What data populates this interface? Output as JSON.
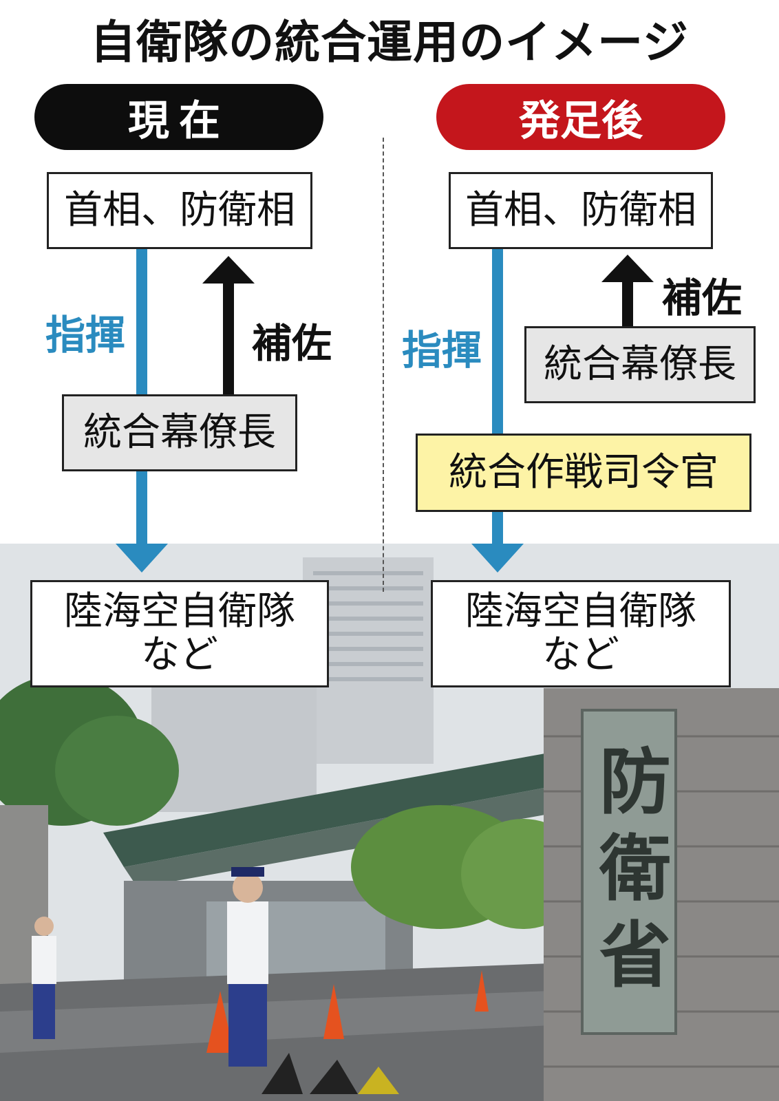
{
  "title": "自衛隊の統合運用のイメージ",
  "left": {
    "header": "現在",
    "top_box": "首相、防衛相",
    "command_label": "指揮",
    "support_label": "補佐",
    "middle_box": "統合幕僚長",
    "bottom_box_line1": "陸海空自衛隊",
    "bottom_box_line2": "など"
  },
  "right": {
    "header": "発足後",
    "top_box": "首相、防衛相",
    "command_label": "指揮",
    "support_label": "補佐",
    "advisor_box": "統合幕僚長",
    "command_box": "統合作戦司令官",
    "bottom_box_line1": "陸海空自衛隊",
    "bottom_box_line2": "など"
  },
  "photo": {
    "sign_text": "防衛省"
  },
  "colors": {
    "command_arrow": "#2a8bbf",
    "support_arrow": "#111111",
    "current_header": "#0d0d0d",
    "after_header": "#c4161c",
    "highlight_box": "#fdf3a6"
  }
}
